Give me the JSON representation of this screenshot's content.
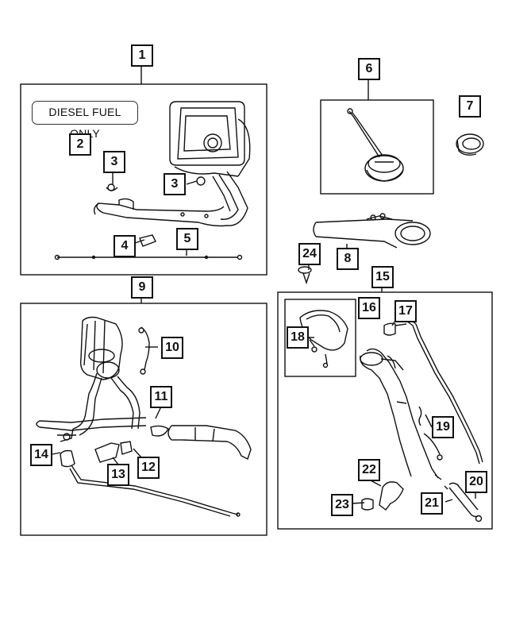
{
  "decal_text": "DIESEL FUEL ONLY",
  "callouts": [
    "1",
    "2",
    "3",
    "3",
    "4",
    "5",
    "6",
    "7",
    "8",
    "9",
    "10",
    "11",
    "12",
    "13",
    "14",
    "15",
    "16",
    "17",
    "18",
    "19",
    "20",
    "21",
    "22",
    "23",
    "24"
  ]
}
